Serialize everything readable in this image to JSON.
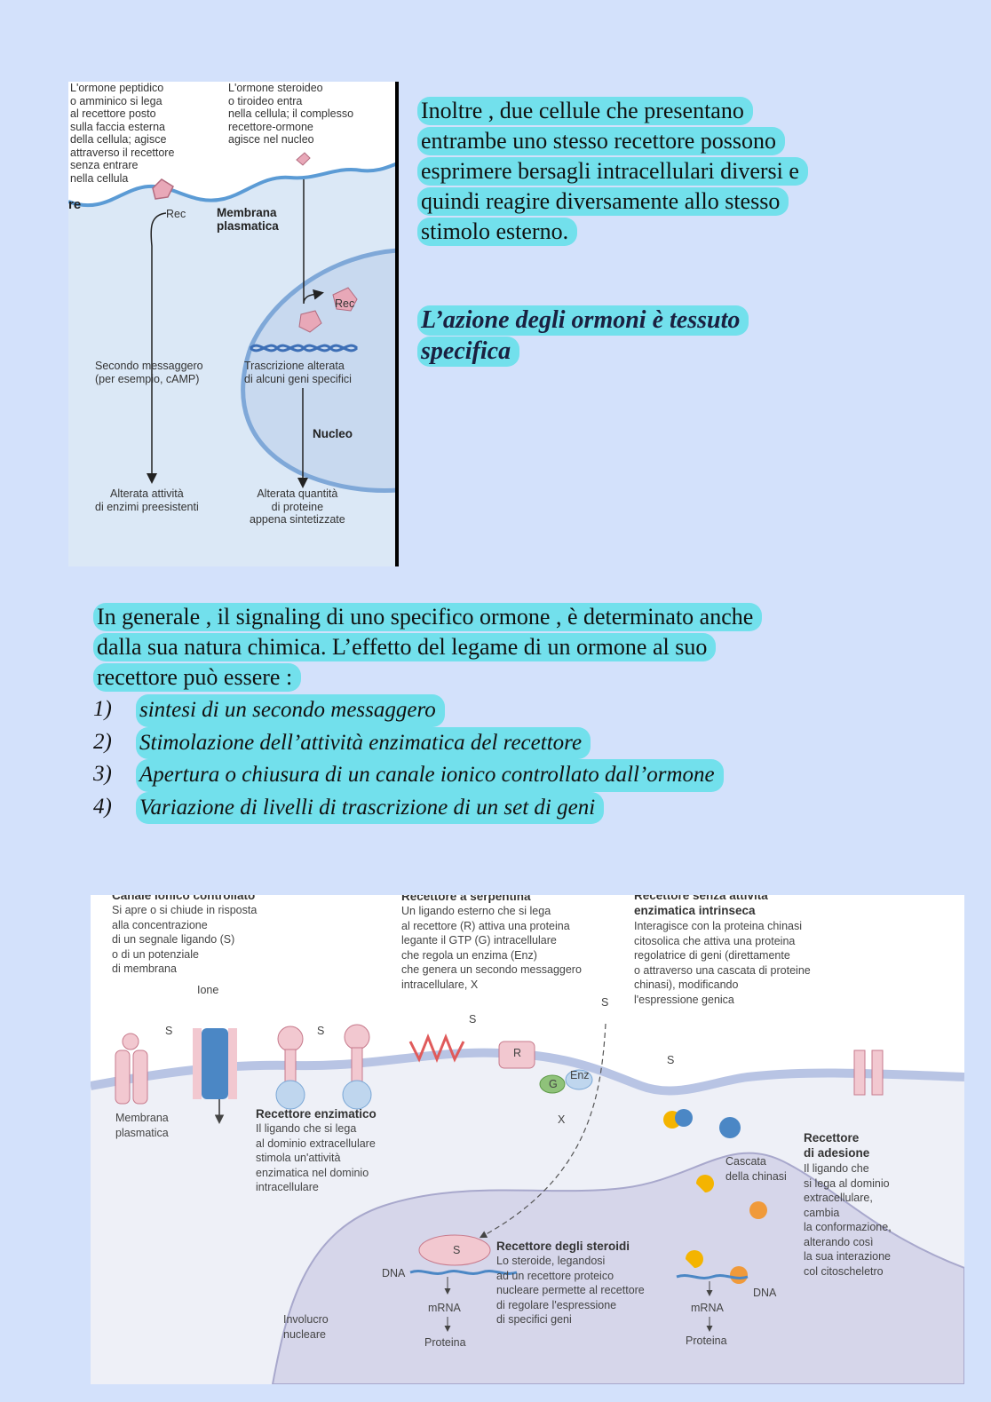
{
  "figure1": {
    "peptide_label": "L'ormone peptidico\no amminico si lega\nal recettore posto\nsulla faccia esterna\ndella cellula; agisce\nattraverso il recettore\nsenza entrare\nnella cellula",
    "steroid_label": "L'ormone steroideo\no tiroideo entra\nnella cellula; il complesso\nrecettore-ormone\nagisce nel nucleo",
    "edge_fragment": "re",
    "rec_label": "Rec",
    "membrane_label": "Membrana\nplasmatica",
    "rec2_label": "Rec",
    "second_messenger": "Secondo messaggero\n(per esempio, cAMP)",
    "transcription": "Trascrizione alterata\ndi alcuni geni specifici",
    "nucleus": "Nucleo",
    "enzymes": "Alterata attività\ndi enzimi preesistenti",
    "proteins": "Alterata quantità\ndi proteine\nappena sintetizzate"
  },
  "right_paragraph": {
    "lines": [
      "Inoltre , due cellule che presentano",
      "entrambe uno stesso recettore possono",
      "esprimere bersagli intracellulari diversi e",
      "quindi reagire diversamente allo stesso",
      "stimolo esterno."
    ]
  },
  "subheading": {
    "line1": "L’azione degli ormoni è tessuto",
    "line2": "specifica"
  },
  "main_paragraph": {
    "lines": [
      "In generale , il signaling di uno specifico ormone , è determinato anche",
      "dalla sua natura chimica. L’effetto del legame di un ormone al suo",
      "recettore può essere :"
    ]
  },
  "list": [
    {
      "num": "1)",
      "text": "sintesi di un secondo messaggero"
    },
    {
      "num": "2)",
      "text": "Stimolazione dell’attività enzimatica del recettore"
    },
    {
      "num": "3)",
      "text": "Apertura o chiusura di un canale ionico controllato dall’ormone"
    },
    {
      "num": "4)",
      "text": "Variazione di livelli di trascrizione di un set di geni"
    }
  ],
  "figure2": {
    "ion_channel_title": "Canale ionico controllato",
    "ion_channel_desc": "Si apre o si chiude in risposta\nalla concentrazione\ndi un segnale ligando (S)\no di un potenziale\ndi membrana",
    "ione": "Ione",
    "membrane": "Membrana\nplasmatica",
    "enzymatic_title": "Recettore enzimatico",
    "enzymatic_desc": "Il ligando che si lega\nal dominio extracellulare\nstimola un'attività\nenzimatica nel dominio\nintracellulare",
    "serpentine_title": "Recettore a serpentina",
    "serpentine_desc": "Un ligando esterno che si lega\nal recettore (R) attiva una proteina\nlegante il GTP (G) intracellulare\nche regola un enzima (Enz)\nche genera un secondo messaggero\nintracellulare, X",
    "no_enzyme_title": "Recettore senza attività\nenzimatica intrinseca",
    "no_enzyme_desc": "Interagisce con la proteina chinasi\ncitosolica che attiva una proteina\nregolatrice di geni (direttamente\no attraverso una cascata di proteine\nchinasi), modificando\nl'espressione genica",
    "kinase_cascade": "Cascata\ndella chinasi",
    "adhesion_title": "Recettore\ndi adesione",
    "adhesion_desc": "Il ligando che\nsi lega al dominio\nextracellulare,\ncambia\nla conformazione,\nalterando così\nla sua interazione\ncol citoscheletro",
    "steroid_title": "Recettore degli steroidi",
    "steroid_desc": "Lo steroide, legandosi\nad un recettore proteico\nnucleare permette al recettore\ndi regolare l'espressione\ndi specifici geni",
    "dna_left": "DNA",
    "mrna_left": "mRNA",
    "protein_left": "Proteina",
    "dna_right": "DNA",
    "mrna_right": "mRNA",
    "protein_right": "Proteina",
    "nuclear_envelope": "Involucro\nnucleare",
    "s": "S",
    "r": "R",
    "g": "G",
    "enz": "Enz",
    "x": "X"
  }
}
